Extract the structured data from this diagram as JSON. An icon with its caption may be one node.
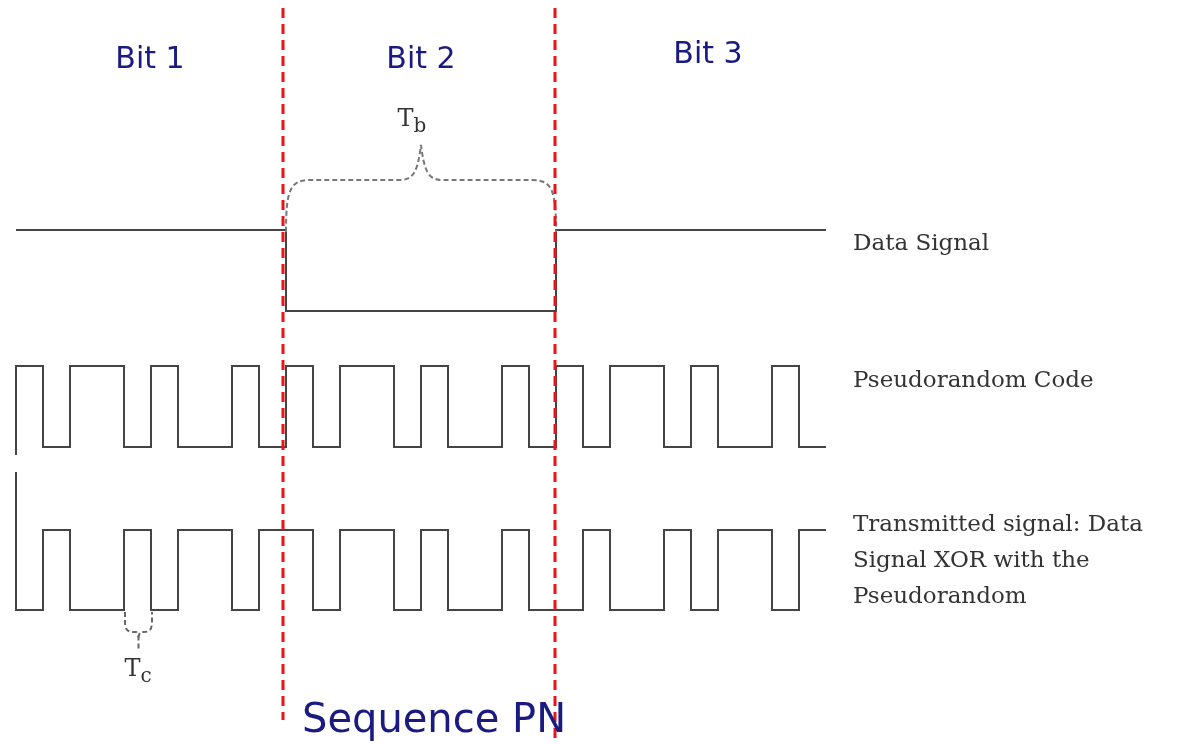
{
  "diagram": {
    "labels": [
      "Bit 1",
      "Bit 2",
      "Bit 3",
      "T$_{b}$",
      "Data Signal",
      "Pseudorandom Code",
      "Transmitted signal: Data Signal XOR with the Pseudorandom",
      "T$_{c}$",
      "Sequence PN"
    ]
  }
}
